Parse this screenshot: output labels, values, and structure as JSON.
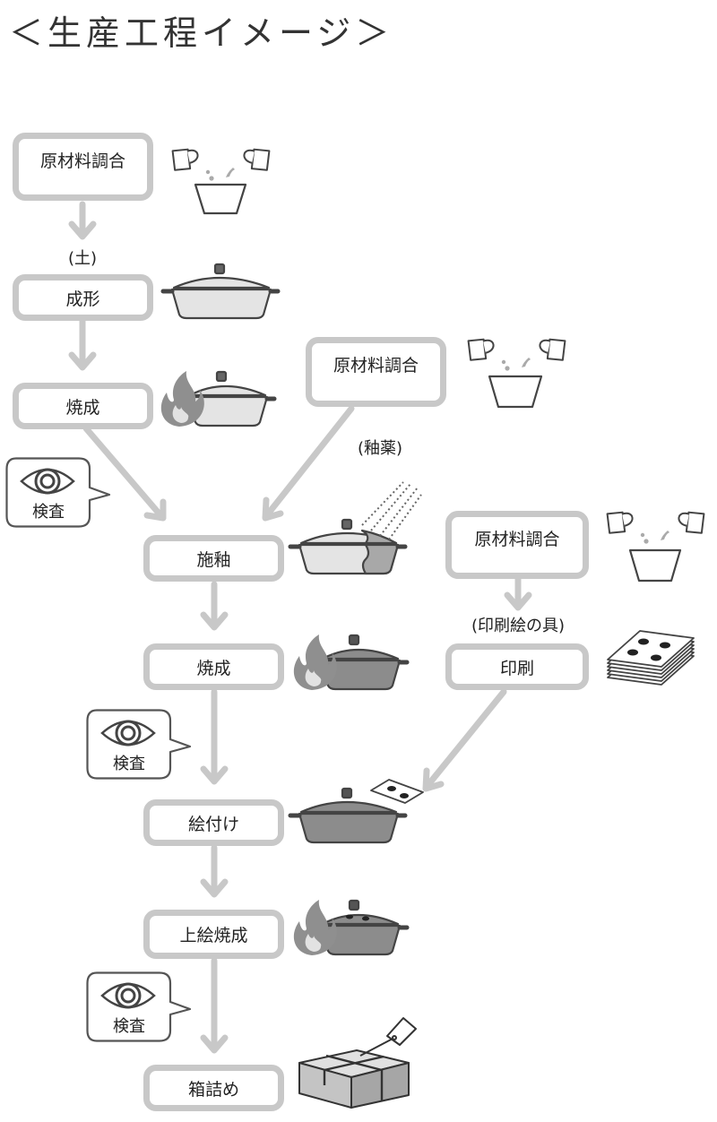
{
  "title": "＜生産工程イメージ＞",
  "steps": {
    "mix_clay": "原材料調合",
    "forming": "成形",
    "firing1": "焼成",
    "mix_glaze": "原材料調合",
    "glazing": "施釉",
    "firing2": "焼成",
    "mix_paint": "原材料調合",
    "printing": "印刷",
    "decoration": "絵付け",
    "overglaze_firing": "上絵焼成",
    "boxing": "箱詰め"
  },
  "notes": {
    "clay": "(土)",
    "glaze": "(釉薬)",
    "paint": "(印刷絵の具)"
  },
  "inspection_label": "検査",
  "colors": {
    "box_border": "#c8c8c8",
    "arrow": "#c8c8c8",
    "pot_light": "#e4e4e4",
    "pot_mid": "#b4b4b4",
    "pot_dark": "#8c8c8c",
    "icon_stroke": "#444444"
  }
}
